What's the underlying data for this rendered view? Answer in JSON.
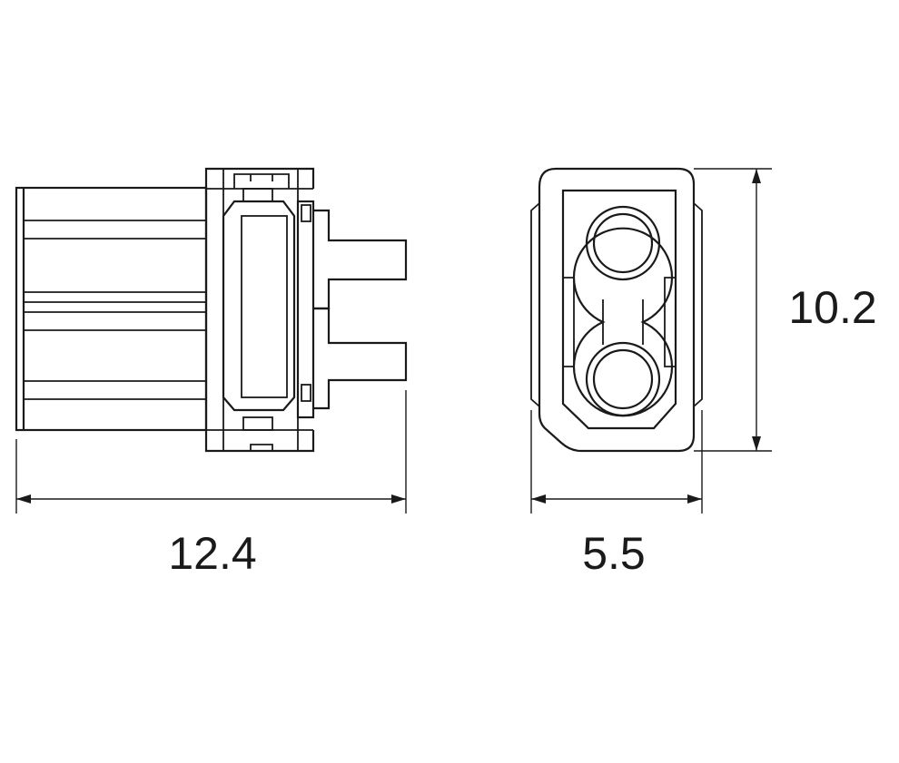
{
  "dimensions": {
    "length": "12.4",
    "width": "5.5",
    "height": "10.2"
  },
  "colors": {
    "line": "#1a1a1a",
    "background": "#ffffff"
  }
}
